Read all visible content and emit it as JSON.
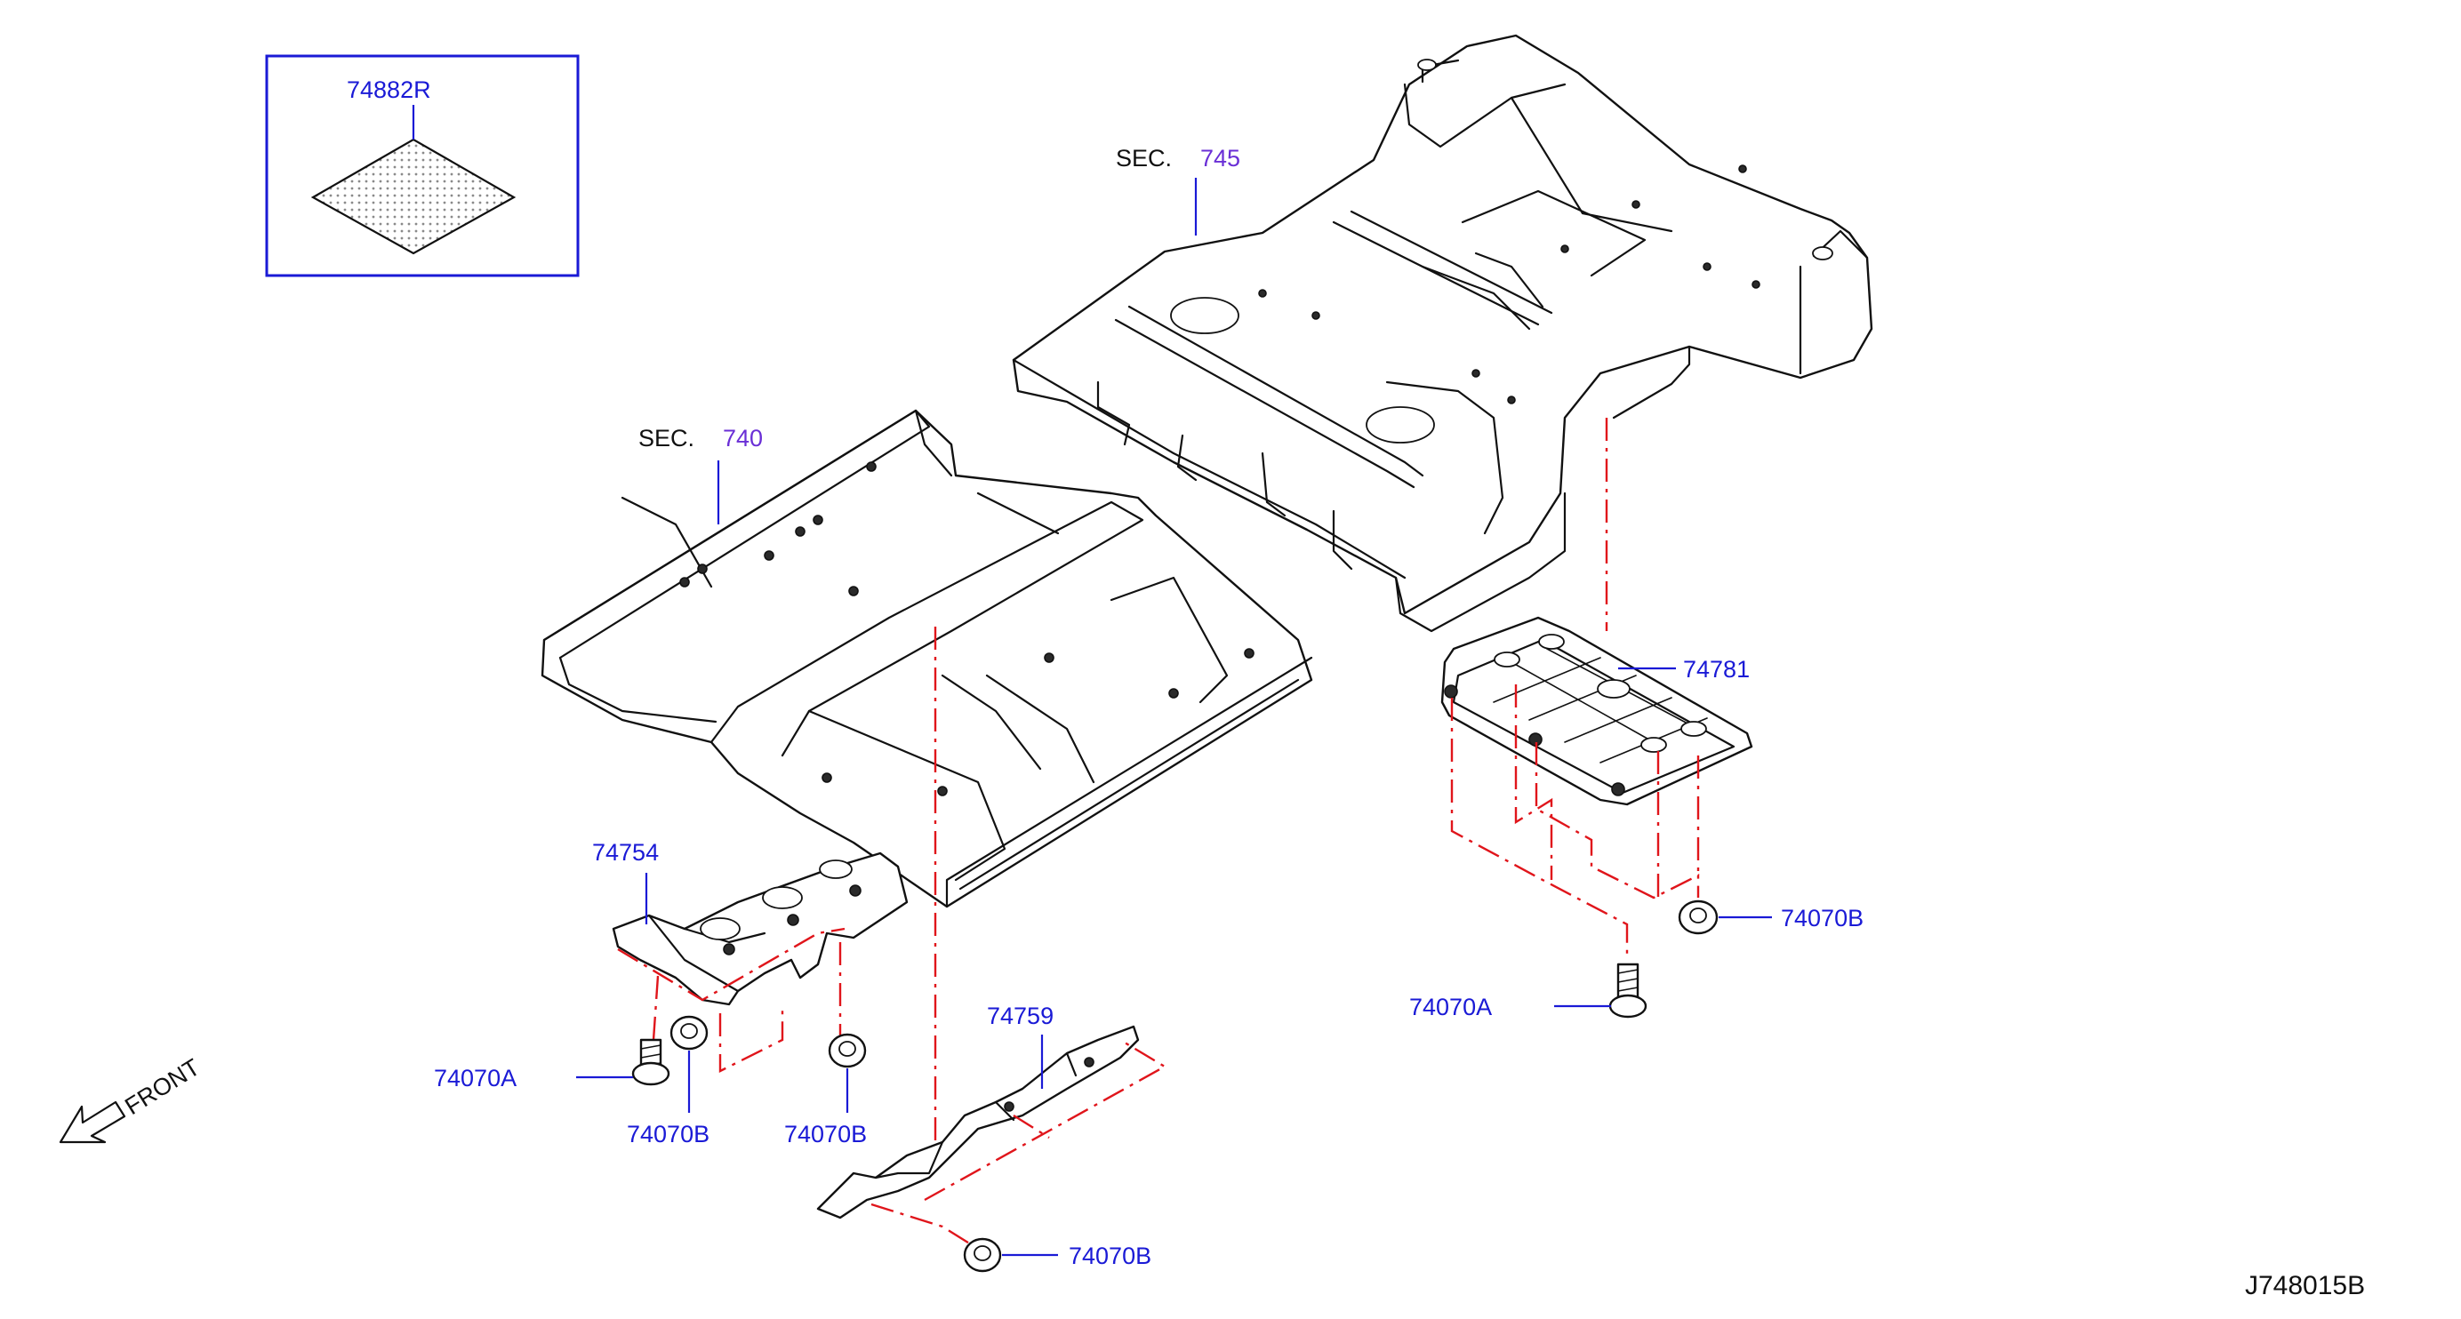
{
  "inset": {
    "part_number": "74882R"
  },
  "sections": [
    {
      "prefix": "SEC.",
      "number": "745"
    },
    {
      "prefix": "SEC.",
      "number": "740"
    }
  ],
  "parts": {
    "p74781": "74781",
    "p74754": "74754",
    "p74759": "74759",
    "p74070B_right": "74070B",
    "p74070A_right": "74070A",
    "p74070A_left": "74070A",
    "p74070B_left1": "74070B",
    "p74070B_left2": "74070B",
    "p74070B_bottom": "74070B"
  },
  "front_label": "FRONT",
  "diagram_code": "J748015B",
  "colors": {
    "part_label": "#1a1ad6",
    "section_number": "#6a2fd6",
    "assembly_lines": "#e0151b",
    "outline": "#111111"
  },
  "icons": [
    "front-direction-arrow-icon"
  ]
}
